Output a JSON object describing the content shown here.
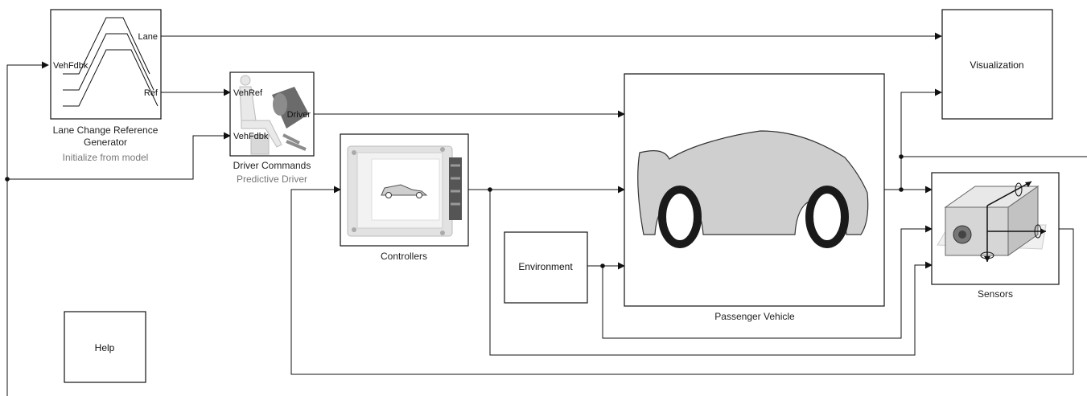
{
  "blocks": {
    "lane_change": {
      "name": "Lane Change Reference Generator",
      "name_line1": "Lane Change Reference",
      "name_line2": "Generator",
      "subtitle": "Initialize from model",
      "ports": {
        "in": "VehFdbk",
        "out1": "Lane",
        "out2": "Ref"
      }
    },
    "driver": {
      "name_line1": "Driver Commands",
      "subtitle": "Predictive Driver",
      "ports": {
        "in1": "VehRef",
        "in2": "VehFdbk",
        "out": "Driver"
      }
    },
    "controllers": {
      "name": "Controllers"
    },
    "environment": {
      "inner": "Environment"
    },
    "vehicle": {
      "name": "Passenger Vehicle"
    },
    "visualization": {
      "inner": "Visualization"
    },
    "sensors": {
      "name": "Sensors"
    },
    "help": {
      "inner": "Help"
    }
  },
  "colors": {
    "line": "#111111",
    "block_border": "#111111",
    "subtitle": "#777777",
    "car_body": "#cfcfcf",
    "wheel": "#222222",
    "driver_gray": "#6b6b6b"
  }
}
